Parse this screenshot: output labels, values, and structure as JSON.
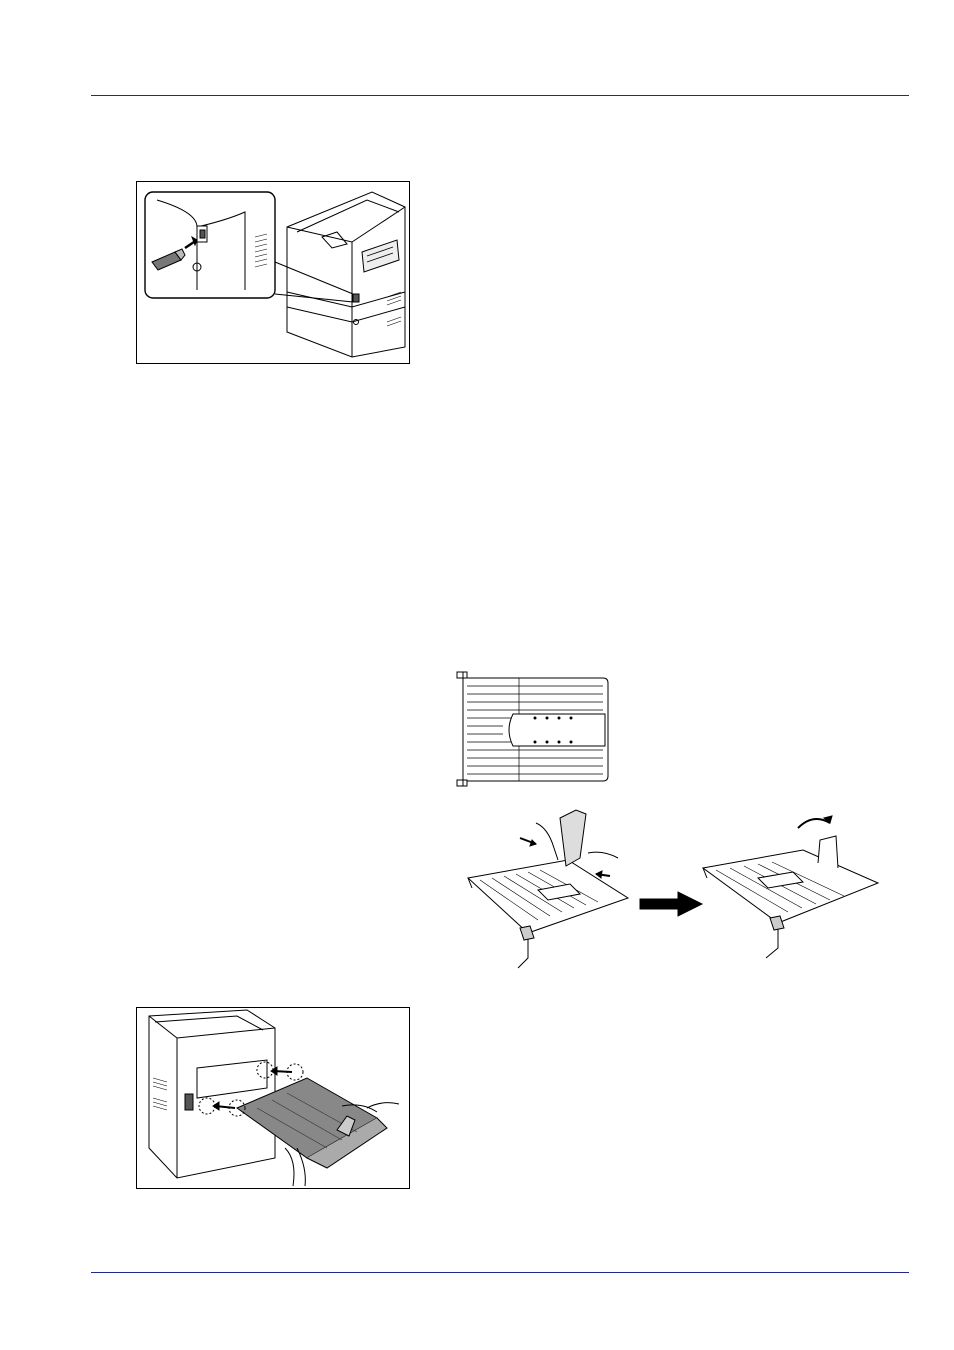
{
  "page": {
    "header_rule_color": "#1f2a8a",
    "footer_rule_color": "#1f2a8a"
  },
  "figures": [
    {
      "id": "usb-memory-insert",
      "icon": "usb-memory-insert-illustration"
    },
    {
      "id": "output-tray-top-view",
      "icon": "output-tray-top-view-illustration"
    },
    {
      "id": "stopper-open-sequence",
      "icon": "stopper-open-sequence-illustration"
    },
    {
      "id": "rear-tray-attach",
      "icon": "rear-tray-attach-illustration"
    }
  ]
}
